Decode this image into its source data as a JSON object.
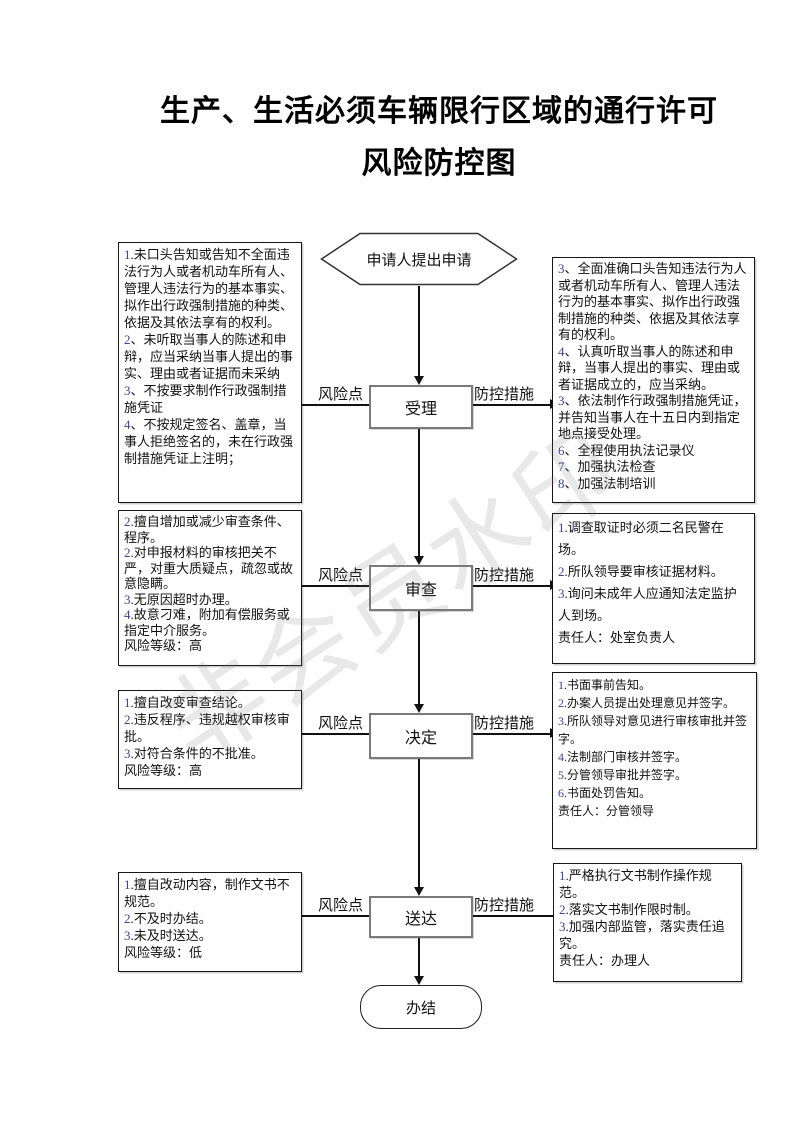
{
  "page": {
    "title_line1": "生产、生活必须车辆限行区域的通行许可",
    "title_line2": "风险防控图",
    "watermark": "非会员水印"
  },
  "flow": {
    "start": "申请人提出申请",
    "end": "办结",
    "risk_label": "风险点",
    "control_label": "防控措施",
    "steps": [
      {
        "name": "受理",
        "risks": [
          "1.未口头告知或告知不全面违法行为人或者机动车所有人、管理人违法行为的基本事实、拟作出行政强制措施的种类、依据及其依法享有的权利。",
          "2、未听取当事人的陈述和申辩，应当采纳当事人提出的事实、理由或者证据而未采纳",
          "3、不按要求制作行政强制措施凭证",
          "4、不按规定签名、盖章，当事人拒绝签名的，未在行政强制措施凭证上注明；"
        ],
        "controls": [
          "3、全面准确口头告知违法行为人或者机动车所有人、管理人违法行为的基本事实、拟作出行政强制措施的种类、依据及其依法享有的权利。",
          "4、认真听取当事人的陈述和申辩，当事人提出的事实、理由或者证据成立的，应当采纳。",
          "3、依法制作行政强制措施凭证，并告知当事人在十五日内到指定地点接受处理。",
          "6、全程使用执法记录仪",
          "7、加强执法检查",
          "8、加强法制培训"
        ]
      },
      {
        "name": "审查",
        "risks": [
          "2.擅自增加或减少审查条件、程序。",
          "2.对申报材料的审核把关不严，对重大质疑点，疏忽或故意隐瞒。",
          "3.无原因超时办理。",
          "4.故意刁难，附加有偿服务或指定中介服务。",
          "风险等级：高"
        ],
        "controls": [
          "1.调查取证时必须二名民警在场。",
          "2.所队领导要审核证据材料。",
          "3.询问未成年人应通知法定监护人到场。",
          "责任人：处室负责人"
        ]
      },
      {
        "name": "决定",
        "risks": [
          "1.擅自改变审查结论。",
          "2.违反程序、违规越权审核审批。",
          "3.对符合条件的不批准。",
          "风险等级：高"
        ],
        "controls": [
          "1.书面事前告知。",
          "2.办案人员提出处理意见并签字。",
          "3.所队领导对意见进行审核审批并签字。",
          "4.法制部门审核并签字。",
          "5.分管领导审批并签字。",
          "6.书面处罚告知。",
          "责任人：分管领导"
        ]
      },
      {
        "name": "送达",
        "risks": [
          "1.擅自改动内容，制作文书不规范。",
          "2.不及时办结。",
          "3.未及时送达。",
          "风险等级：低"
        ],
        "controls": [
          "1.严格执行文书制作操作规范。",
          "2.落实文书制作限时制。",
          "3.加强内部监管，落实责任追究。",
          "责任人：办理人"
        ]
      }
    ]
  }
}
